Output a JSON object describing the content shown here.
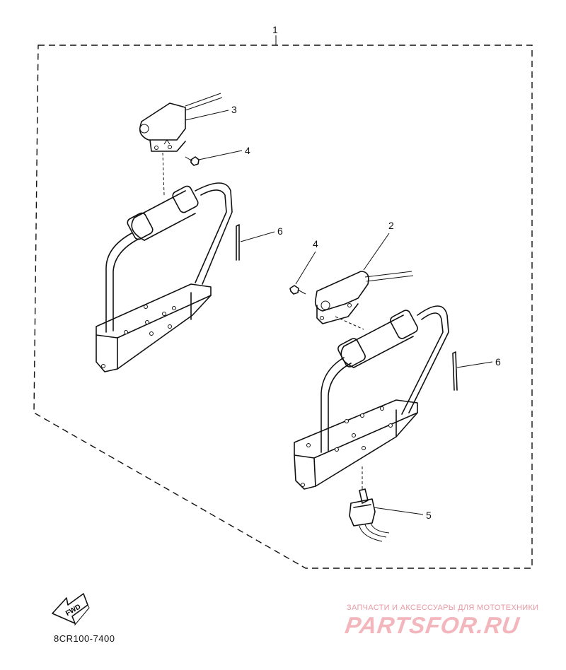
{
  "callouts": {
    "c1": "1",
    "c2": "2",
    "c3": "3",
    "c4a": "4",
    "c4b": "4",
    "c5": "5",
    "c6a": "6",
    "c6b": "6"
  },
  "fwd_label": "FWD",
  "diagram_code": "8CR100-7400",
  "watermark": {
    "line": "ЗАПЧАСТИ И АКСЕССУАРЫ ДЛЯ МОТОТЕХНИКИ",
    "brand": "PARTSFOR.RU"
  }
}
